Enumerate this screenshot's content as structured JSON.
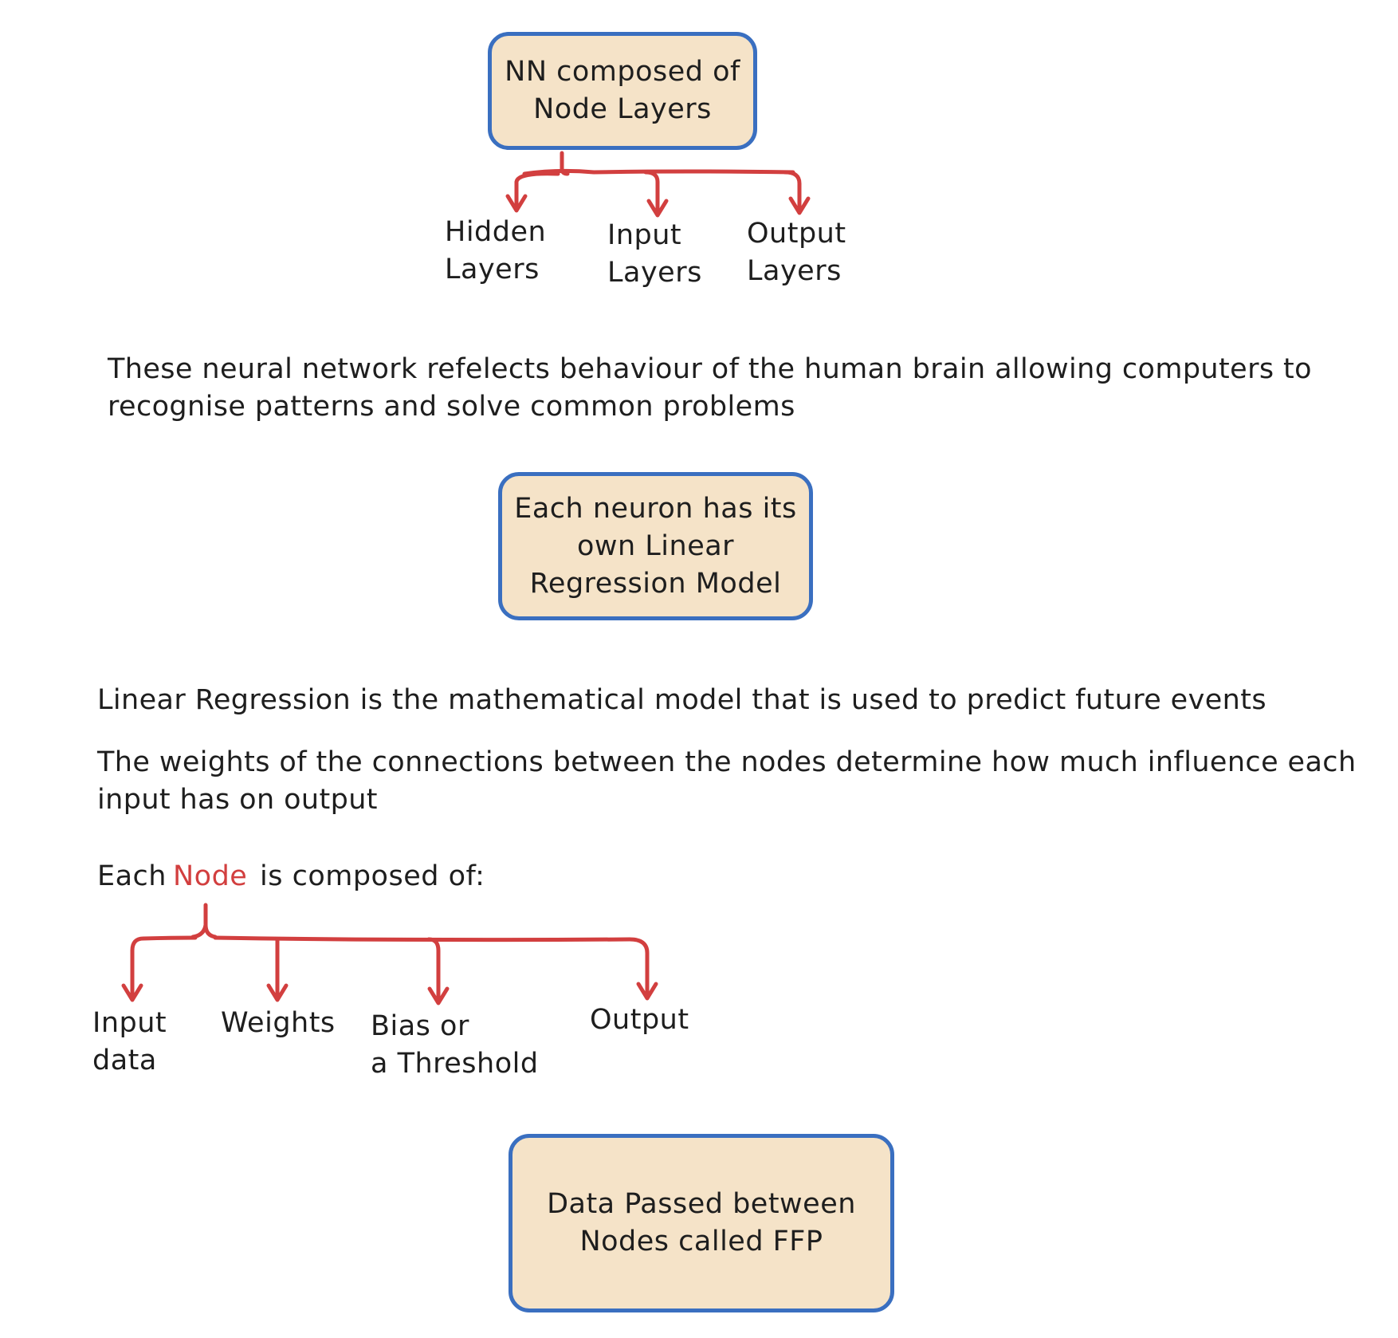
{
  "colors": {
    "box_fill": "#f5e3c8",
    "box_border": "#3a6fc0",
    "arrow": "#d23f3f",
    "text": "#1e1e1e",
    "highlight": "#d23f3f"
  },
  "box_top": "NN composed of\nNode Layers",
  "layers": {
    "hidden": "Hidden\nLayers",
    "input": "Input\nLayers",
    "output": "Output\nLayers"
  },
  "paragraph_brain": "These neural network refelects behaviour of the human brain allowing computers to recognise patterns and solve common problems",
  "box_neuron": "Each neuron has its\nown Linear\nRegression Model",
  "paragraph_linear": "Linear Regression is the mathematical model that is used to predict future events",
  "paragraph_weights": "The weights of the connections between the nodes determine how much influence each input has on output",
  "node_line": {
    "prefix": "Each",
    "highlight": "Node",
    "suffix": "is composed of:"
  },
  "node_parts": {
    "input": "Input\ndata",
    "weights": "Weights",
    "bias": "Bias or\na Threshold",
    "output": "Output"
  },
  "box_bottom": "Data Passed between\nNodes called FFP"
}
